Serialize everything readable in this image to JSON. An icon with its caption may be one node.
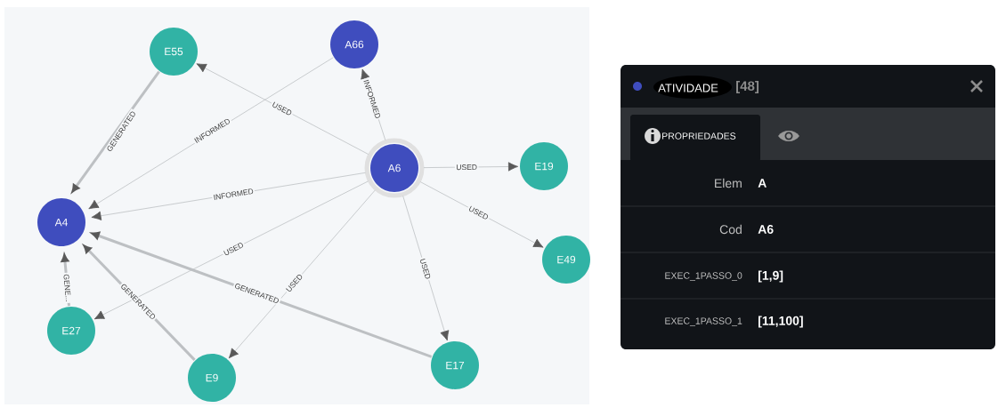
{
  "diagram": {
    "nodes": [
      {
        "text": [
          "E55"
        ]
      },
      {
        "text": [
          "A66"
        ]
      },
      {
        "text": [
          "A6"
        ]
      },
      {
        "text": [
          "E19"
        ]
      },
      {
        "text": [
          "A4"
        ]
      },
      {
        "text": [
          "E49"
        ]
      },
      {
        "text": [
          "E27"
        ]
      },
      {
        "text": [
          "E9"
        ]
      },
      {
        "text": [
          "E17"
        ]
      }
    ],
    "edges": [
      {
        "from": 2,
        "to": 0,
        "arrow": "to",
        "label": "USED"
      },
      {
        "from": 2,
        "to": 1,
        "arrow": "to",
        "label": "INFORMED"
      },
      {
        "from": 1,
        "to": 4,
        "arrow": "to",
        "label": "INFORMED"
      },
      {
        "from": 0,
        "to": 4,
        "arrow": "to",
        "label": "GENERATED",
        "style": "thick"
      },
      {
        "from": 2,
        "to": 4,
        "arrow": "to",
        "label": "INFORMED"
      },
      {
        "from": 2,
        "to": 3,
        "arrow": "to",
        "label": "USED"
      },
      {
        "from": 2,
        "to": 5,
        "arrow": "to",
        "label": "USED"
      },
      {
        "from": 2,
        "to": 6,
        "arrow": "to",
        "label": "USED"
      },
      {
        "from": 2,
        "to": 7,
        "arrow": "to",
        "label": "USED"
      },
      {
        "from": 2,
        "to": 8,
        "arrow": "to",
        "label": "USED"
      },
      {
        "from": 6,
        "to": 4,
        "arrow": "to",
        "label": "GENE...",
        "style": "thick"
      },
      {
        "from": 7,
        "to": 4,
        "arrow": "to",
        "label": "GENERATED",
        "style": "thick"
      },
      {
        "from": 8,
        "to": 4,
        "arrow": "to",
        "label": "GENERATED",
        "style": "thick"
      }
    ],
    "labels": [
      "ATIVIDADE",
      "[48]",
      "PROPRIEDADES",
      "Elem",
      "A",
      "Cod",
      "A6",
      "EXEC_1PASSO_0",
      "[1,9]",
      "EXEC_1PASSO_1",
      "[11,100]"
    ]
  }
}
